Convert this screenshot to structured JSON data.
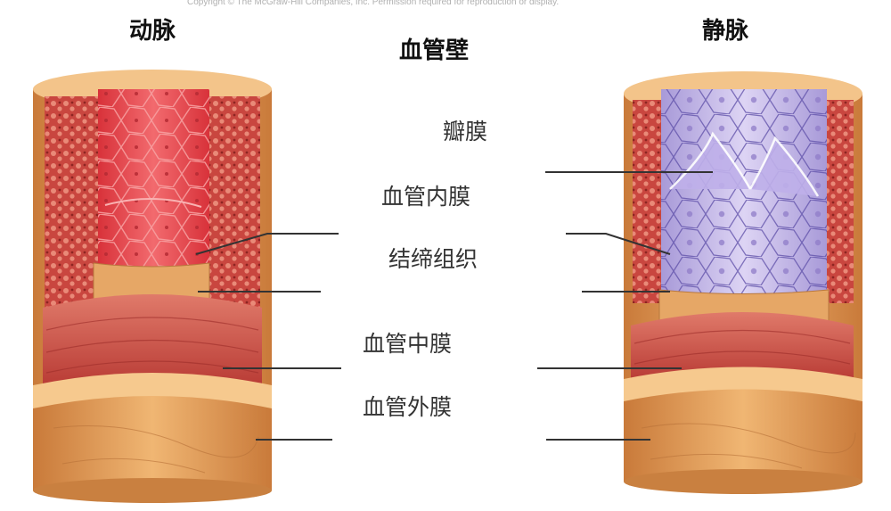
{
  "copyright": "Copyright © The McGraw-Hill Companies, Inc. Permission required for reproduction or display.",
  "title": "血管壁",
  "artery_label": "动脉",
  "vein_label": "静脉",
  "layers": {
    "valve": "瓣膜",
    "intima": "血管内膜",
    "connective": "结缔组织",
    "media": "血管中膜",
    "adventitia": "血管外膜"
  },
  "colors": {
    "adventitia": "#e3a15f",
    "media": "#c9463f",
    "intima_artery": "#e24d52",
    "intima_vein": "#c5b8e6",
    "speckle": "#b12f2c"
  }
}
